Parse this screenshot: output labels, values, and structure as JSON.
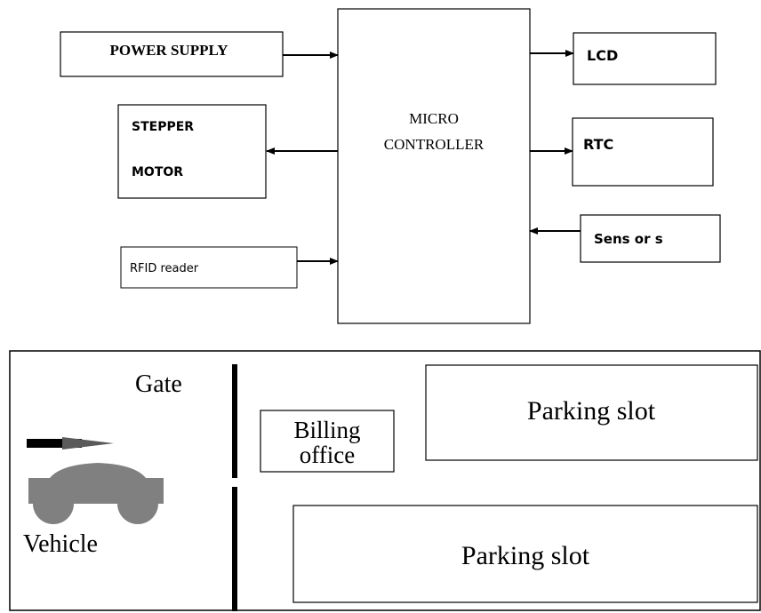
{
  "block_diagram": {
    "power_supply": "POWER SUPPLY",
    "stepper_line1": "STEPPER",
    "stepper_line2": "MOTOR",
    "rfid": "RFID reader",
    "mc_line1": "MICRO",
    "mc_line2": "CONTROLLER",
    "lcd": "LCD",
    "rtc": "RTC",
    "sensors": "Sens or s"
  },
  "layout_diagram": {
    "gate": "Gate",
    "billing_line1": "Billing",
    "billing_line2": "office",
    "vehicle": "Vehicle",
    "slot_top": "Parking slot",
    "slot_bottom": "Parking slot"
  },
  "colors": {
    "stroke": "#000000",
    "vehicle_fill": "#808080",
    "arrow_fill": "#5a5a5a"
  }
}
